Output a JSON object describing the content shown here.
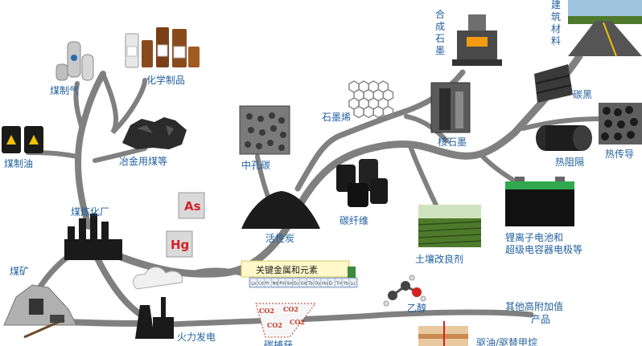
{
  "labels": {
    "coal_mine": "煤矿",
    "coking_plant": "煤炼化厂",
    "coal_oil": "煤制油",
    "coal_gas": "煤制气",
    "chemicals": "化学制品",
    "metallurgical_coal": "冶金用煤等",
    "power_plant": "火力发电",
    "key_metals": "关键金属和元素",
    "carbon_capture": "碳捕获",
    "ethanol": "乙醇",
    "high_value": "其他高附加值",
    "high_value_2": "产品",
    "oil_displacement": "驱油/驱替甲烷",
    "activated_carbon": "活性炭",
    "mesoporous_carbon": "中孔碳",
    "graphene": "石墨烯",
    "carbon_fiber": "碳纤维",
    "nuclear_graphite": "核石墨",
    "synthetic_graphite": "合成石墨",
    "soil_improver": "土壤改良剂",
    "lithium_battery_1": "锂离子电池和",
    "lithium_battery_2": "超级电容器电极等",
    "thermal_insulation": "热阻隔",
    "thermal_conduction": "热传导",
    "carbon_black": "碳黑",
    "building_materials": "建筑材料"
  },
  "element_tiles": [
    {
      "symbol": "As"
    },
    {
      "symbol": "Hg"
    }
  ],
  "periodic_strip": [
    "La",
    "Ce",
    "Pr",
    "Nd",
    "Pm",
    "Sm",
    "Eu",
    "Gd",
    "Tb",
    "Dy",
    "Ho",
    "Er",
    "Tm",
    "Yb",
    "Lu"
  ],
  "co2_tags": [
    "CO2",
    "CO2",
    "CO2",
    "CO2"
  ],
  "colors": {
    "branch": "#808080",
    "label": "#1f5f9e",
    "element_red": "#d2232a",
    "key_metals_bg": "#fff8c8"
  }
}
